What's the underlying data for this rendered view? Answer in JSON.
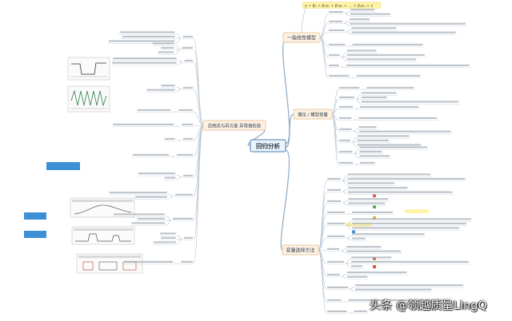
{
  "map": {
    "center": "回归分析",
    "branches": {
      "top_right": "一般线性模型",
      "right": "理论 / 模型变量",
      "bottom_right": "变量选择方法",
      "left": "自相关与异方差 异常值检验"
    },
    "formula": "y = β₀ + β₁x₁ + β₂x₂ + … + βₚxₚ + ε"
  },
  "watermark": "头条 @领越质量LingQ",
  "colors": {
    "center_border": "#4a7fb0",
    "center_fill": "#eef4fb",
    "branch_fill": "#fdf1e4",
    "branch_border": "#e3b889",
    "connector": "#8fa9c4",
    "highlight_yellow": "#fff3a6",
    "highlight_blue": "#3d8fd6"
  }
}
